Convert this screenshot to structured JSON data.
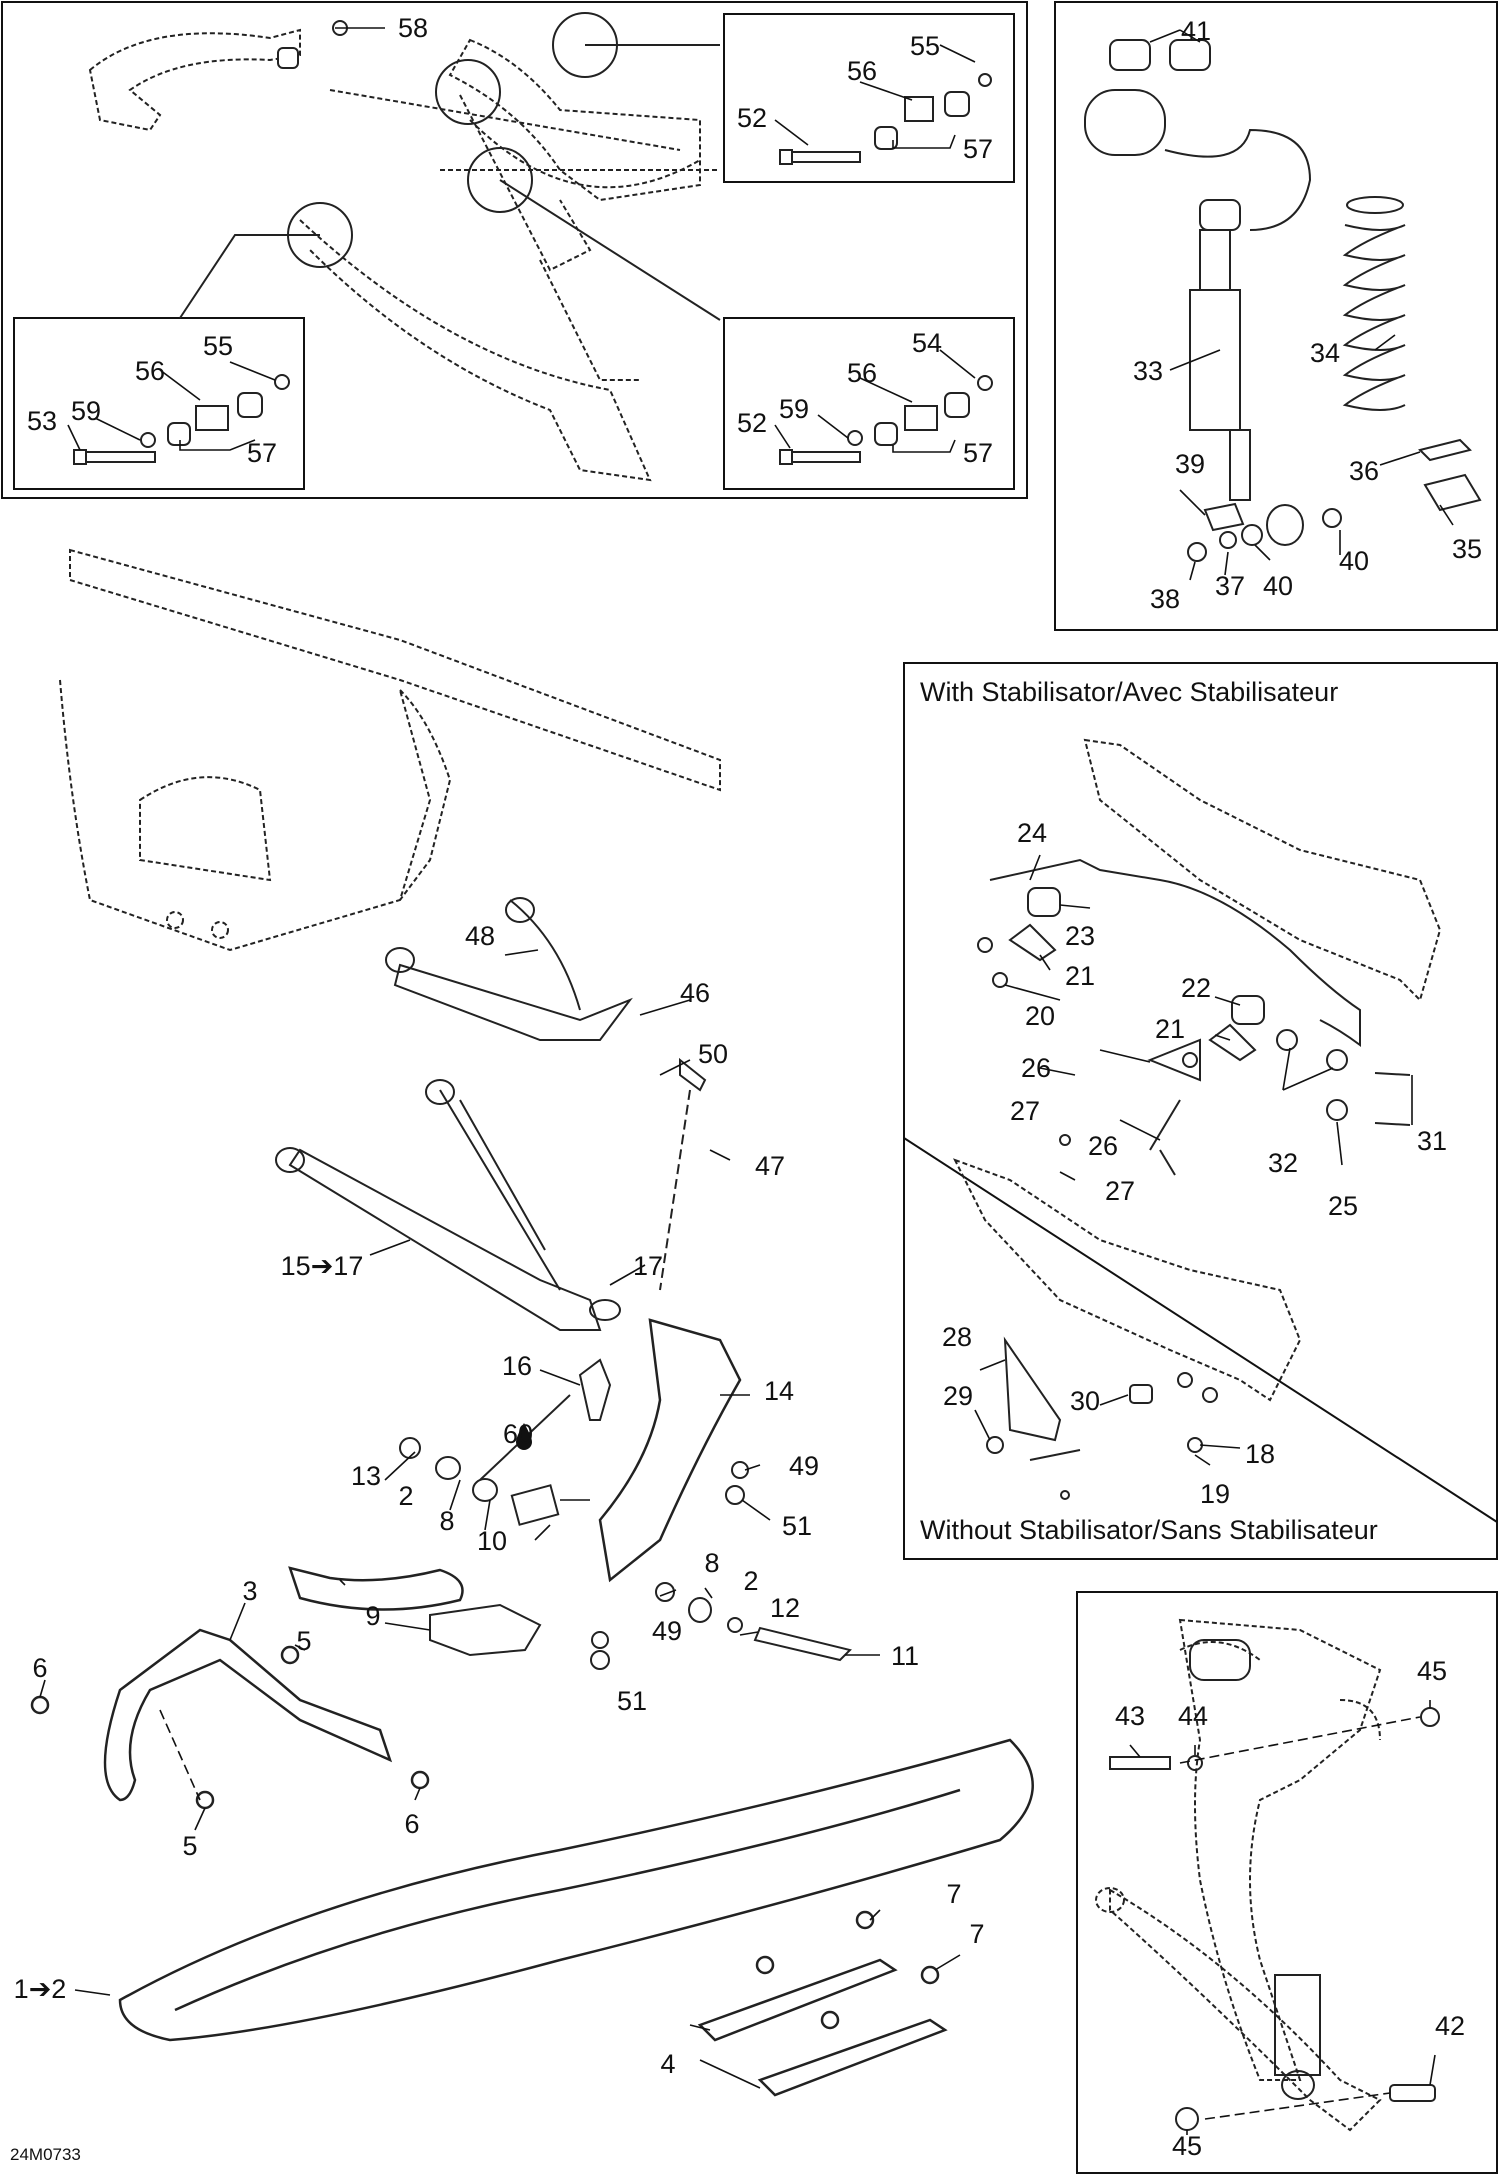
{
  "diagram": {
    "code": "24M0733",
    "panel_titles": {
      "with_stabilisator": "With Stabilisator/Avec Stabilisateur",
      "without_stabilisator": "Without Stabilisator/Sans Stabilisateur"
    },
    "callouts": [
      "58",
      "55",
      "56",
      "52",
      "57",
      "55",
      "56",
      "53",
      "59",
      "57",
      "54",
      "56",
      "52",
      "59",
      "57",
      "41",
      "33",
      "34",
      "39",
      "36",
      "35",
      "40",
      "38",
      "37",
      "40",
      "48",
      "46",
      "50",
      "47",
      "15➔17",
      "17",
      "16",
      "14",
      "60",
      "13",
      "2",
      "8",
      "10",
      "49",
      "51",
      "8",
      "2",
      "12",
      "9",
      "49",
      "51",
      "11",
      "3",
      "5",
      "6",
      "6",
      "5",
      "7",
      "7",
      "1➔2",
      "4",
      "24",
      "23",
      "21",
      "20",
      "22",
      "21",
      "26",
      "27",
      "26",
      "27",
      "32",
      "31",
      "25",
      "28",
      "29",
      "30",
      "18",
      "19",
      "43",
      "44",
      "45",
      "42",
      "45"
    ]
  }
}
